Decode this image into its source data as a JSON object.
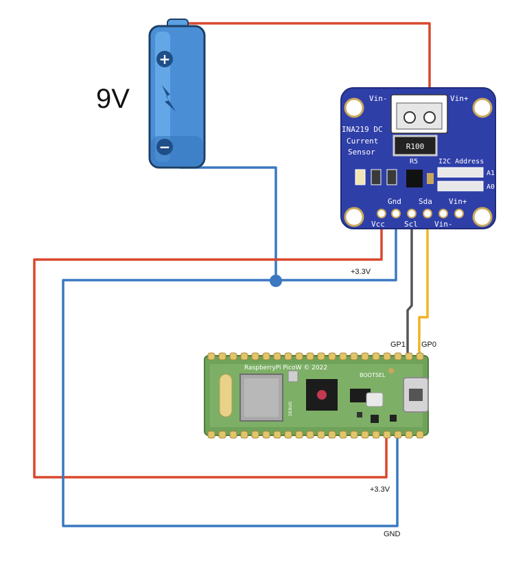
{
  "battery": {
    "voltage_label": "9V",
    "plus_symbol": "+",
    "minus_symbol": "−"
  },
  "sensor_board": {
    "silkscreen": {
      "title_line1": "INA219 DC",
      "title_line2": "Current",
      "title_line3": "Sensor",
      "vin_minus_top": "Vin-",
      "vin_plus_top": "Vin+",
      "resistor_value": "R100",
      "r5": "R5",
      "i2c_address": "I2C Address",
      "a1": "A1",
      "a0": "A0",
      "pin_gnd": "Gnd",
      "pin_sda": "Sda",
      "pin_vin_plus": "Vin+",
      "pin_vcc": "Vcc",
      "pin_scl": "Scl",
      "pin_vin_minus": "Vin-"
    }
  },
  "pico_board": {
    "silkscreen": {
      "brand": "RaspberryPi PicoW © 2022",
      "bootsel": "BOOTSEL",
      "debug": "DEBUG"
    }
  },
  "wire_labels": {
    "vcc_sensor": "+3.3V",
    "scl_pin": "GP1",
    "sda_pin": "GP0",
    "vcc_pico": "+3.3V",
    "gnd_pico": "GND"
  },
  "colors": {
    "power_wire": "#d9472b",
    "ground_wire": "#3a78c0",
    "scl_wire": "#555555",
    "sda_wire": "#f0b323",
    "sensor_pcb": "#2f3fa8",
    "pico_pcb": "#6fa25a",
    "battery_body": "#4a8fd6"
  }
}
